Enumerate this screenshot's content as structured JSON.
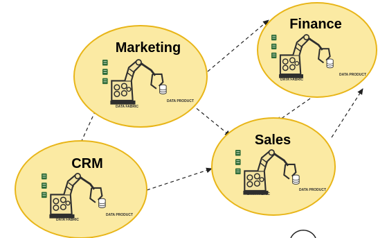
{
  "colors": {
    "node_fill": "#fbeaa3",
    "node_stroke": "#e8b518",
    "robot_stroke": "#2e2e2e",
    "robot_fill": "#f4e4a2",
    "database_icon": "#2f6b38",
    "edge": "#222222"
  },
  "nodes": [
    {
      "id": "marketing",
      "title": "Marketing",
      "fabric_label": "DATA FABRIC",
      "product_label": "DATA PRODUCT"
    },
    {
      "id": "finance",
      "title": "Finance",
      "fabric_label": "DATA FABRIC",
      "product_label": "DATA PRODUCT"
    },
    {
      "id": "crm",
      "title": "CRM",
      "fabric_label": "DATA FABRIC",
      "product_label": "DATA PRODUCT"
    },
    {
      "id": "sales",
      "title": "Sales",
      "fabric_label": "DATA FABRIC",
      "product_label": "DATA PRODUCT"
    }
  ],
  "edges": [
    {
      "from": "crm",
      "to": "marketing",
      "style": "dashed"
    },
    {
      "from": "marketing",
      "to": "finance",
      "style": "dashed"
    },
    {
      "from": "marketing",
      "to": "sales",
      "style": "dashed"
    },
    {
      "from": "crm",
      "to": "sales",
      "style": "dashed"
    },
    {
      "from": "finance",
      "to": "sales",
      "style": "dashed"
    },
    {
      "from": "sales",
      "to": "finance",
      "style": "dashed"
    }
  ],
  "icons": {
    "robot": "robot-arm-icon",
    "gears": "gears-icon",
    "database": "database-icon",
    "server": "server-icon"
  }
}
